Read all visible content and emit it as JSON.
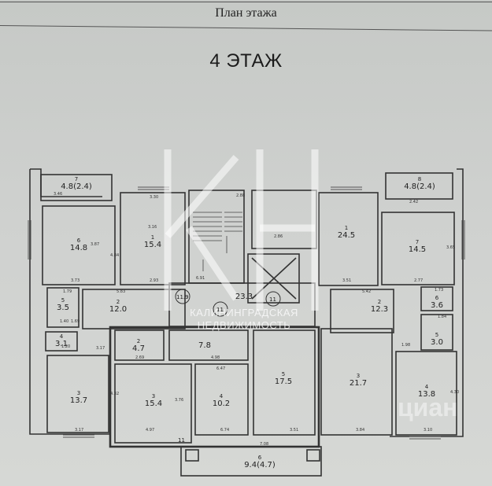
{
  "header": {
    "sheet_title": "План этажа",
    "floor_title": "4 ЭТАЖ"
  },
  "watermark": {
    "line1": "КАЛИНИНГРАДСКАЯ",
    "line2": "НЕДВИЖИМОСТЬ",
    "brand": "циан"
  },
  "rooms": [
    {
      "id": "r-left-loggia",
      "number": "7",
      "area": "4.8(2.4)"
    },
    {
      "id": "r-left-6",
      "number": "6",
      "area": "14.8"
    },
    {
      "id": "r-left-1",
      "number": "1",
      "area": "15.4"
    },
    {
      "id": "r-left-5",
      "number": "5",
      "area": "3.5"
    },
    {
      "id": "r-left-2",
      "number": "2",
      "area": "12.0"
    },
    {
      "id": "r-left-4",
      "number": "4",
      "area": "3.1"
    },
    {
      "id": "r-left-3",
      "number": "3",
      "area": "13.7"
    },
    {
      "id": "r-hall",
      "number": "",
      "area": "23.3"
    },
    {
      "id": "r-mid-1",
      "number": "1",
      "area": "24.5"
    },
    {
      "id": "r-right-7",
      "number": "7",
      "area": "14.5"
    },
    {
      "id": "r-right-loggia",
      "number": "8",
      "area": "4.8(2.4)"
    },
    {
      "id": "r-right-2",
      "number": "2",
      "area": "12.3"
    },
    {
      "id": "r-right-6",
      "number": "6",
      "area": "3.6"
    },
    {
      "id": "r-right-5",
      "number": "5",
      "area": "3.0"
    },
    {
      "id": "r-mid-2",
      "number": "2",
      "area": "4.7"
    },
    {
      "id": "r-mid-hall",
      "number": "",
      "area": "7.8"
    },
    {
      "id": "r-mid-3",
      "number": "3",
      "area": "15.4"
    },
    {
      "id": "r-mid-4",
      "number": "4",
      "area": "10.2"
    },
    {
      "id": "r-mid-5",
      "number": "5",
      "area": "17.5"
    },
    {
      "id": "r-right-3",
      "number": "3",
      "area": "21.7"
    },
    {
      "id": "r-right-4",
      "number": "4",
      "area": "13.8"
    },
    {
      "id": "r-balcony",
      "number": "6",
      "area": "9.4(4.7)"
    }
  ],
  "dimensions": [
    "3.46",
    "3.30",
    "3.16",
    "3.73",
    "2.93",
    "4.84",
    "3.87",
    "5.83",
    "3.17",
    "4.32",
    "3.17",
    "4.97",
    "2.69",
    "4.98",
    "6.47",
    "6.74",
    "3.76",
    "7.08",
    "3.51",
    "3.84",
    "3.10",
    "4.30",
    "2.88",
    "2.86",
    "3.51",
    "5.42",
    "2.77",
    "3.65",
    "2.42",
    "1.73",
    "1.84",
    "1.98",
    "6.91",
    "1.20",
    "1.79",
    "1.69",
    "1.40"
  ],
  "markers": [
    "11.9",
    "11",
    "11",
    "11"
  ]
}
